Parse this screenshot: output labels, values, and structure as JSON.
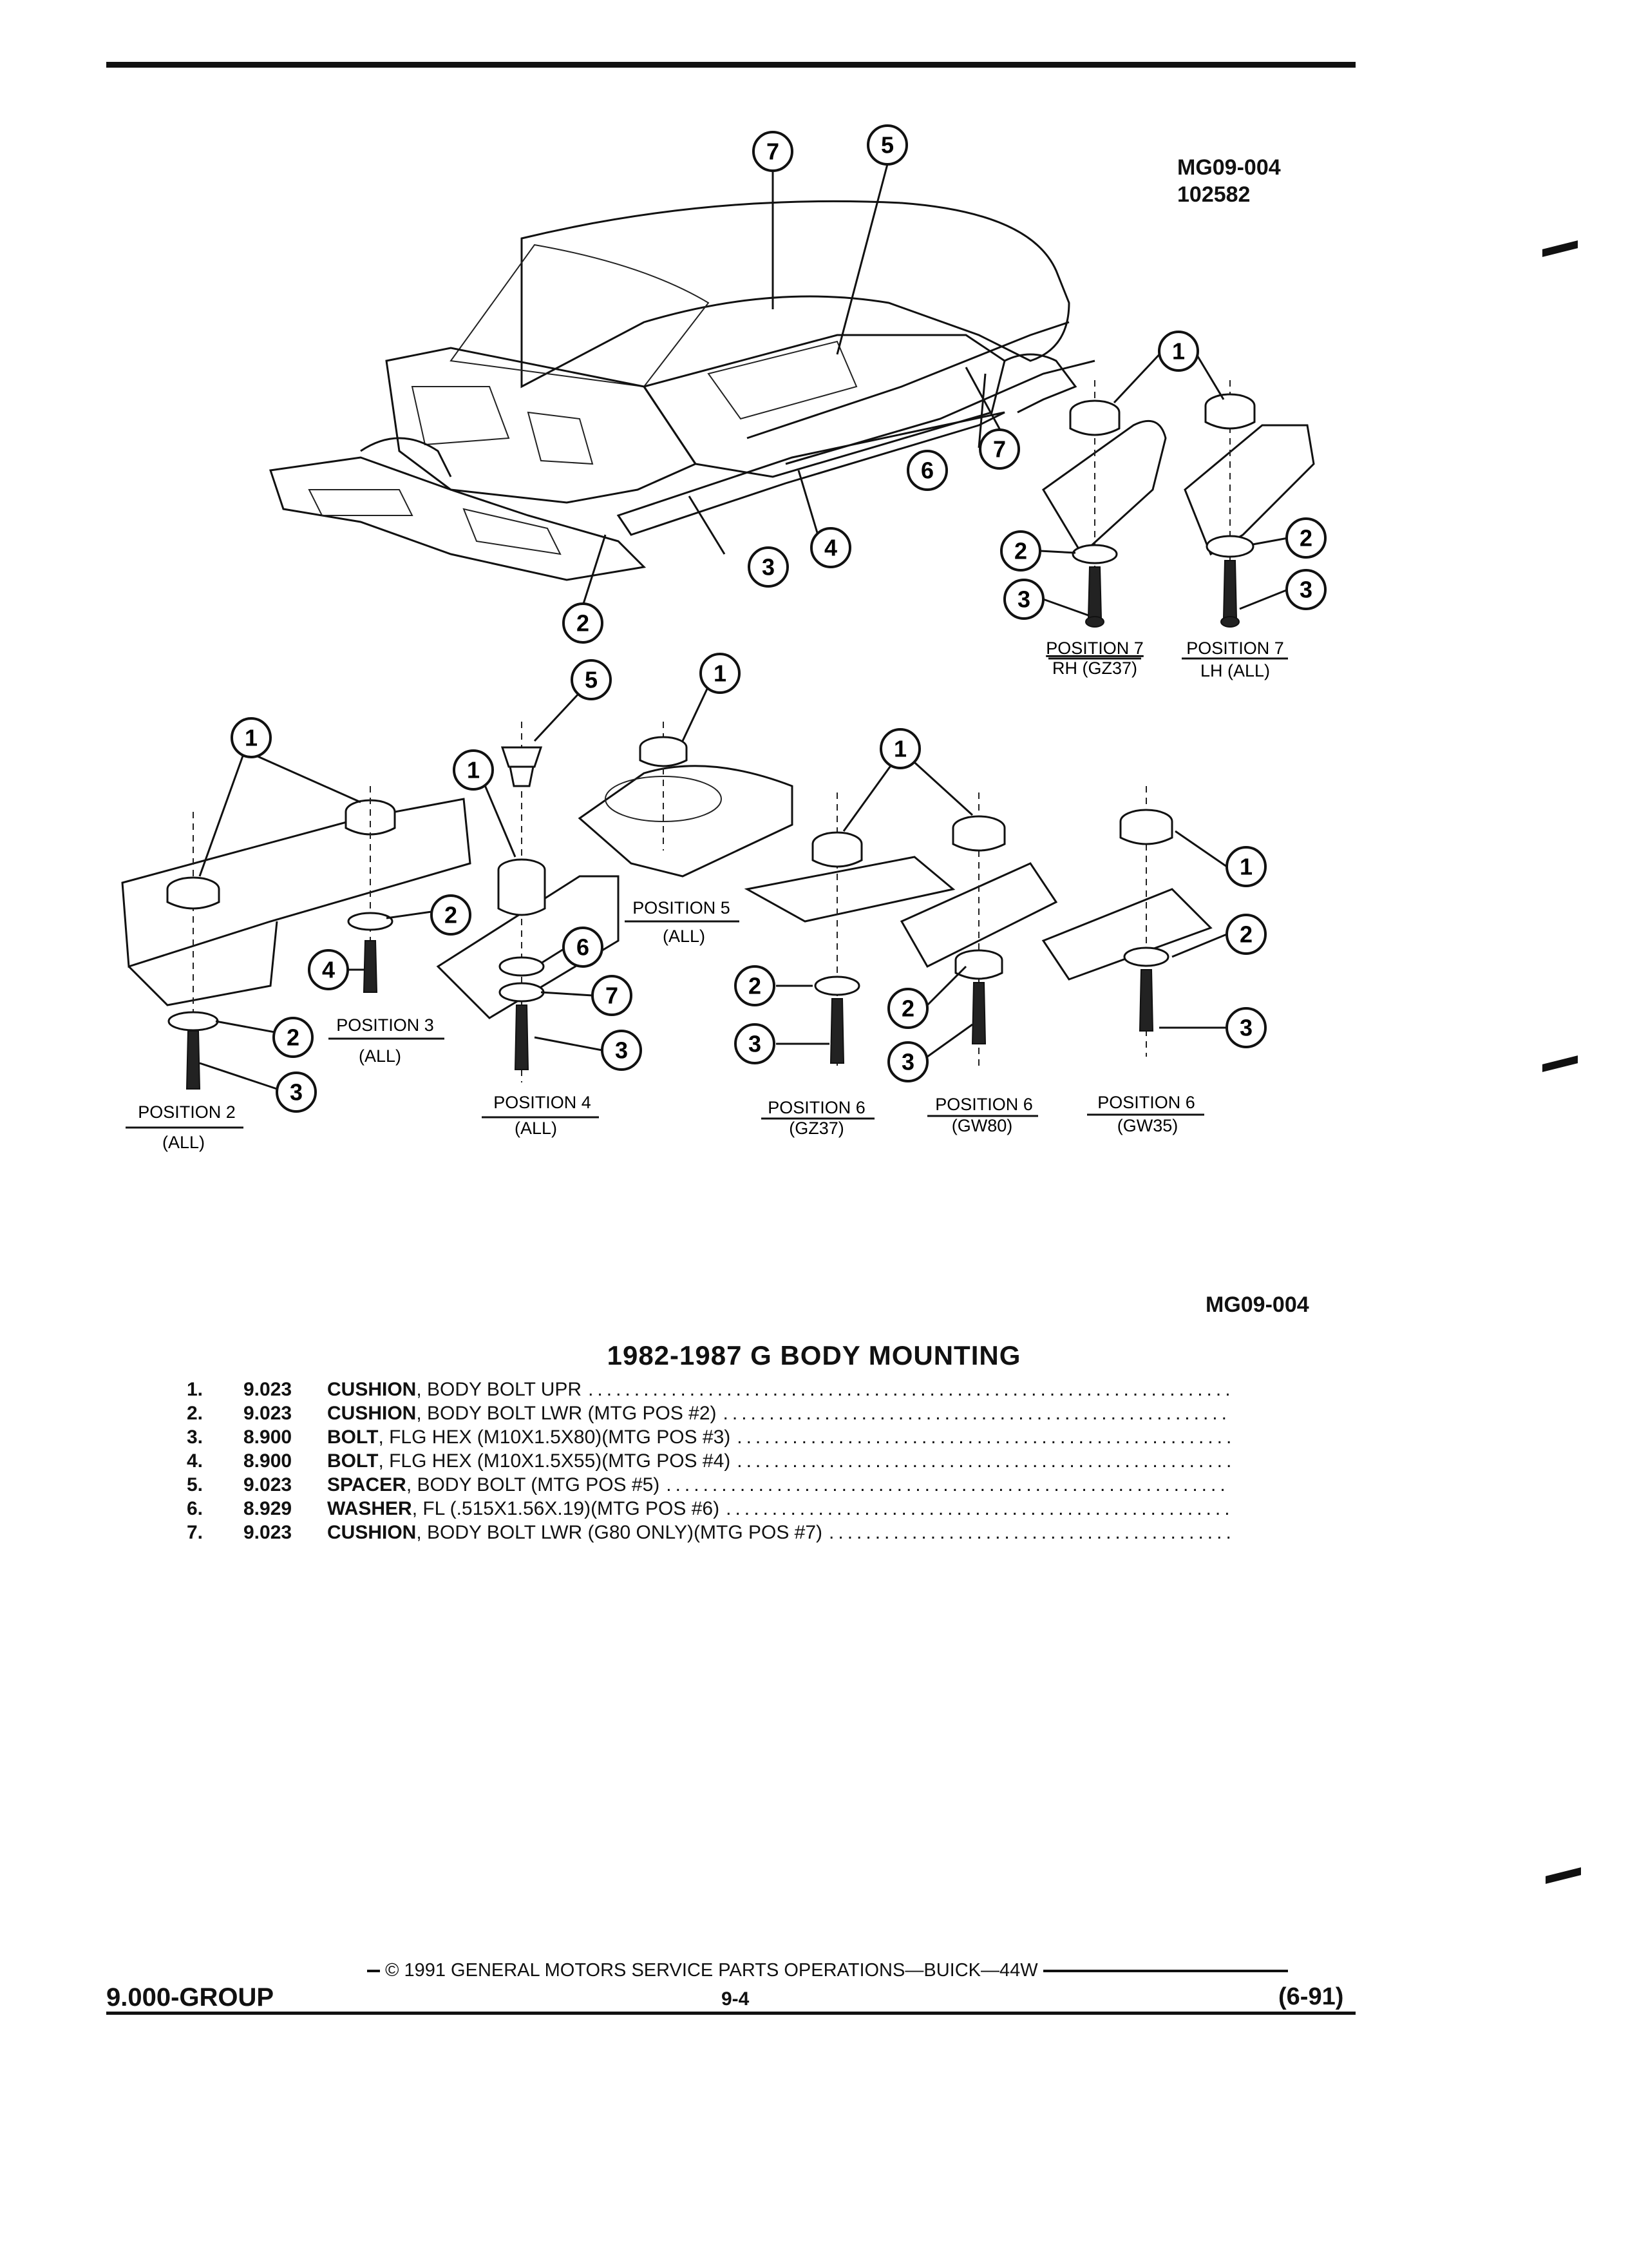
{
  "header": {
    "ref_code": "MG09-004",
    "ref_date": "102582"
  },
  "callouts": [
    "1",
    "2",
    "3",
    "4",
    "5",
    "6",
    "7"
  ],
  "diagram_labels": {
    "pos7_rh_title": "POSITION 7",
    "pos7_rh_sub": "RH (GZ37)",
    "pos7_lh_title": "POSITION 7",
    "pos7_lh_sub": "LH (ALL)",
    "pos2_title": "POSITION 2",
    "pos2_sub": "(ALL)",
    "pos3_title": "POSITION 3",
    "pos3_sub": "(ALL)",
    "pos4_title": "POSITION 4",
    "pos4_sub": "(ALL)",
    "pos5_title": "POSITION 5",
    "pos5_sub": "(ALL)",
    "pos6a_title": "POSITION 6",
    "pos6a_sub": "(GZ37)",
    "pos6b_title": "POSITION 6",
    "pos6b_sub": "(GW80)",
    "pos6c_title": "POSITION 6",
    "pos6c_sub": "(GW35)"
  },
  "figure_ref": "MG09-004",
  "title": "1982-1987 G BODY MOUNTING",
  "parts": [
    {
      "num": "1.",
      "code": "9.023",
      "name": "CUSHION",
      "desc": ", BODY BOLT UPR"
    },
    {
      "num": "2.",
      "code": "9.023",
      "name": "CUSHION",
      "desc": ", BODY BOLT LWR (MTG POS #2)"
    },
    {
      "num": "3.",
      "code": "8.900",
      "name": "BOLT",
      "desc": ", FLG HEX (M10X1.5X80)(MTG POS #3)"
    },
    {
      "num": "4.",
      "code": "8.900",
      "name": "BOLT",
      "desc": ", FLG HEX (M10X1.5X55)(MTG POS #4)"
    },
    {
      "num": "5.",
      "code": "9.023",
      "name": "SPACER",
      "desc": ", BODY BOLT (MTG POS #5)"
    },
    {
      "num": "6.",
      "code": "8.929",
      "name": "WASHER",
      "desc": ", FL (.515X1.56X.19)(MTG POS #6)"
    },
    {
      "num": "7.",
      "code": "9.023",
      "name": "CUSHION",
      "desc": ", BODY BOLT LWR (G80 ONLY)(MTG POS #7)"
    }
  ],
  "dots": "......................................................................................................................",
  "footer": {
    "copyright": "© 1991 GENERAL MOTORS SERVICE PARTS OPERATIONS—BUICK—44W",
    "group": "9.000-GROUP",
    "page": "9-4",
    "date_code": "(6-91)"
  }
}
